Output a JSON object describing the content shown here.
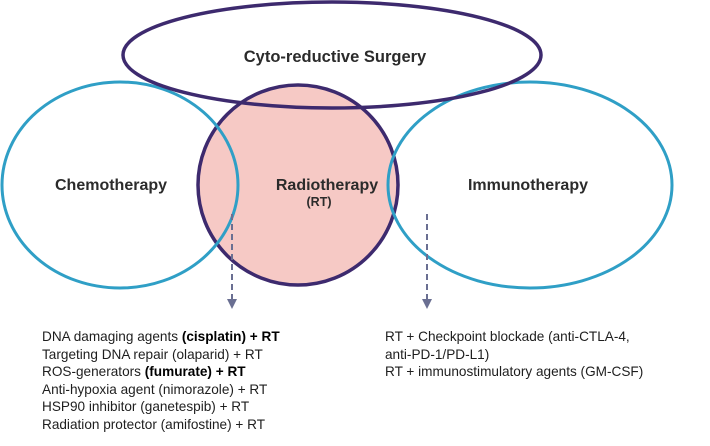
{
  "diagram": {
    "nodes": {
      "surgery": "Cyto-reductive Surgery",
      "chemotherapy": "Chemotherapy",
      "radiotherapy": "Radiotherapy",
      "radiotherapy_abbr": "(RT)",
      "immunotherapy": "Immunotherapy"
    },
    "colors": {
      "surgery_outline": "#3d2a6e",
      "radiotherapy_fill": "#f6c9c5",
      "radiotherapy_outline": "#3d2a6e",
      "side_circle_outline": "#2f9fc6",
      "arrow": "#6a6f92"
    }
  },
  "left_list": [
    {
      "pre": "DNA damaging agents ",
      "bold": "(cisplatin) + RT",
      "post": ""
    },
    {
      "pre": "Targeting DNA repair (olaparid) + RT",
      "bold": "",
      "post": ""
    },
    {
      "pre": "ROS-generators ",
      "bold": "(fumurate) + RT",
      "post": ""
    },
    {
      "pre": "Anti-hypoxia agent (nimorazole) + RT",
      "bold": "",
      "post": ""
    },
    {
      "pre": "HSP90 inhibitor (ganetespib) + RT",
      "bold": "",
      "post": ""
    },
    {
      "pre": "Radiation protector (amifostine) + RT",
      "bold": "",
      "post": ""
    }
  ],
  "right_list": [
    "RT + Checkpoint blockade (anti-CTLA-4,",
    "anti-PD-1/PD-L1)",
    "RT + immunostimulatory agents (GM-CSF)"
  ]
}
